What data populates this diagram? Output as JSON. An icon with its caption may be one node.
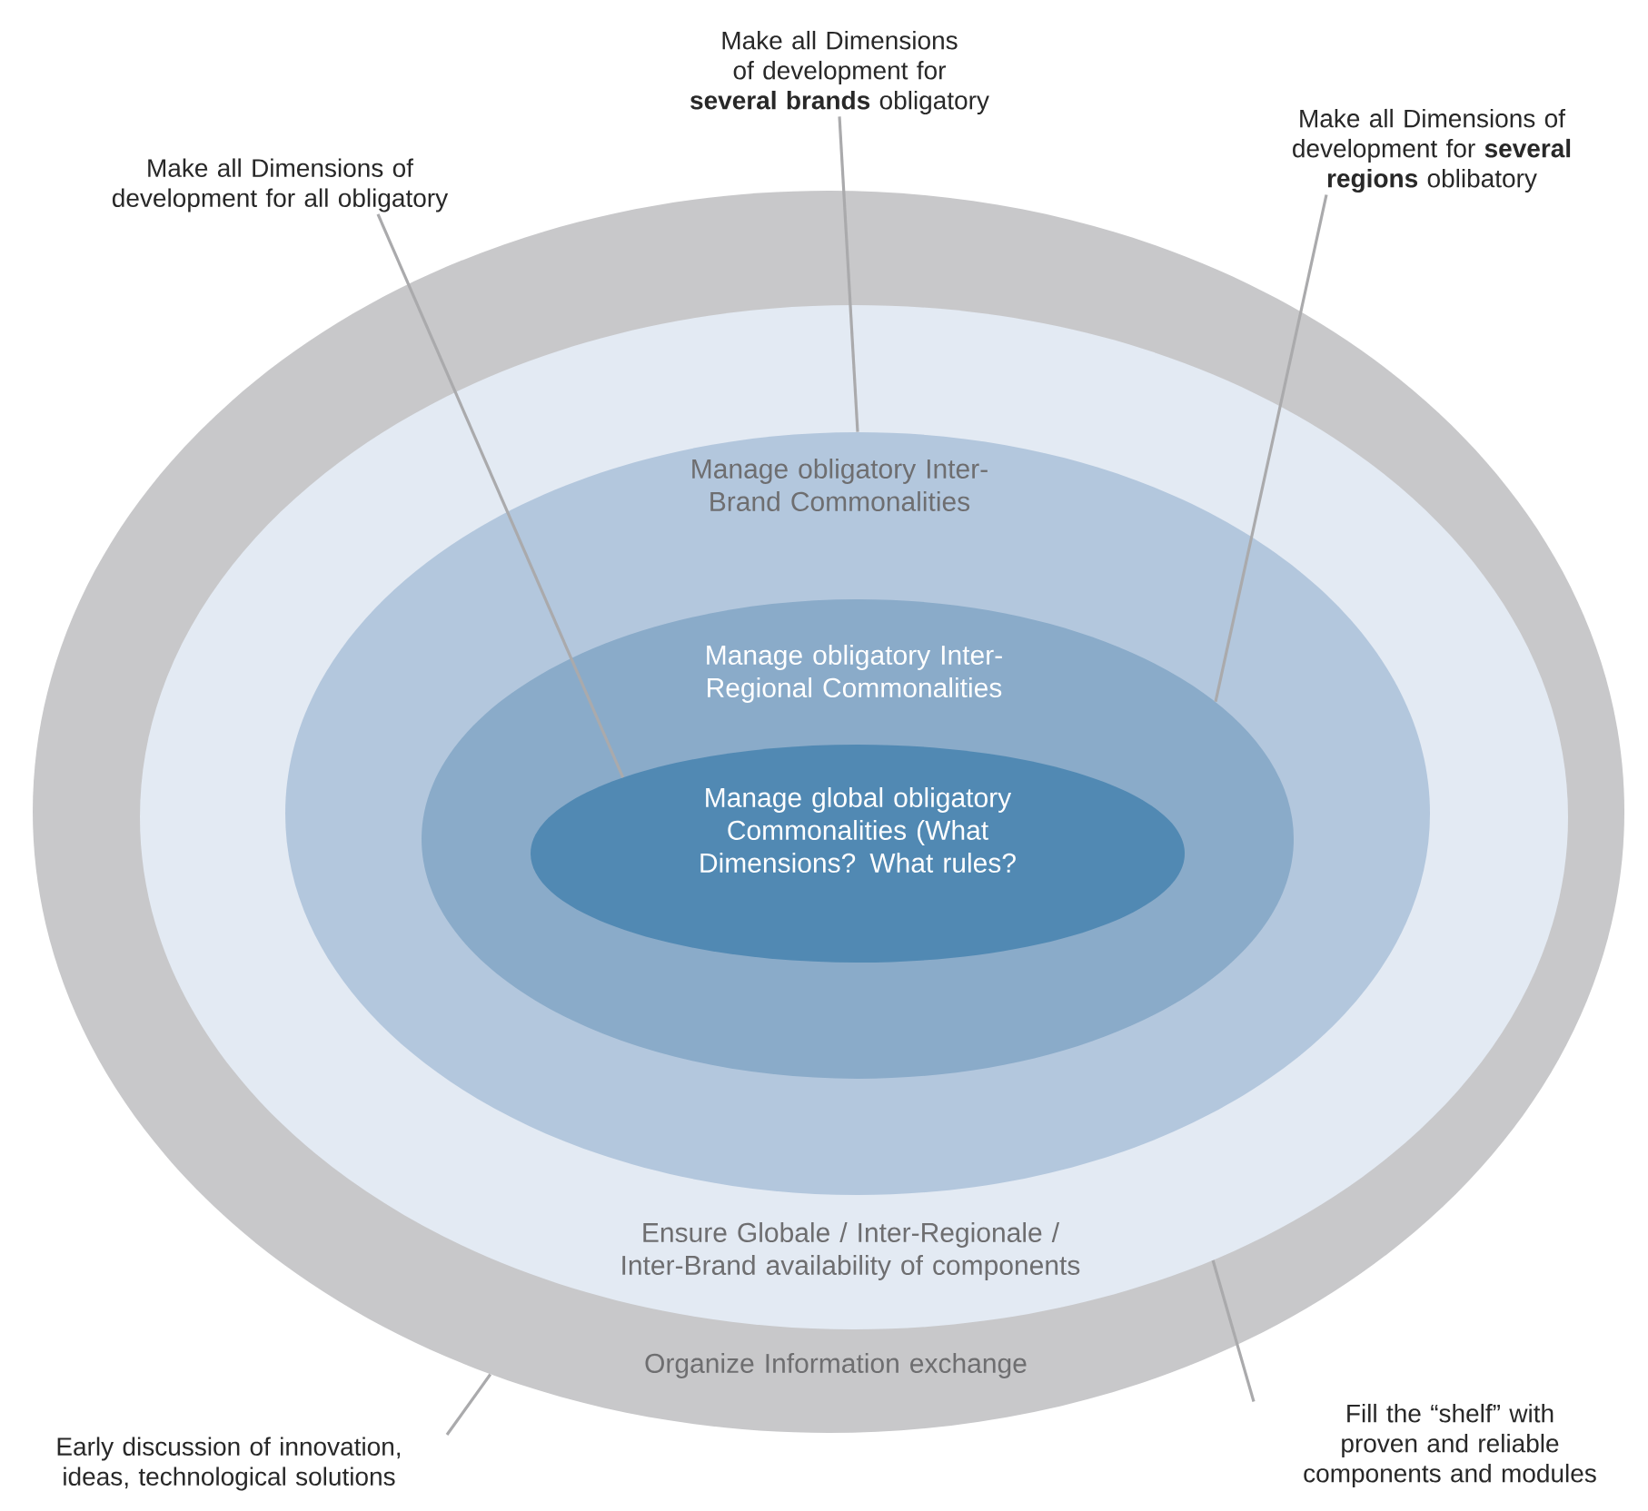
{
  "diagram": {
    "nodes": [
      {
        "text": [
          "Organize Information exchange"
        ]
      },
      {
        "text": [
          "Ensure Globale / Inter-Regionale / Inter-Brand availability of components"
        ],
        "in": 0
      },
      {
        "text": [
          "Manage obligatory Inter-Brand Commonalities"
        ],
        "in": 1
      },
      {
        "text": [
          "Manage obligatory Inter-Regional Commonalities"
        ],
        "in": 2
      },
      {
        "text": [
          "Manage global obligatory Commonalities (What Dimensions? What rules?"
        ],
        "in": 3
      },
      {
        "text": [
          "Make all Dimensions of development for all obligatory"
        ]
      },
      {
        "text": [
          "Make all Dimensions of development for **several brands** obligatory"
        ]
      },
      {
        "text": [
          "Make all Dimensions of development for **several regions** oblibatory"
        ]
      },
      {
        "text": [
          "Early discussion of innovation, ideas, technological solutions"
        ]
      },
      {
        "text": [
          "Fill the “shelf” with proven and reliable components and modules"
        ]
      }
    ],
    "edges": [
      {
        "from": 5,
        "to": 4,
        "arrow": "none"
      },
      {
        "from": 6,
        "to": 2,
        "arrow": "none"
      },
      {
        "from": 7,
        "to": 3,
        "arrow": "none"
      },
      {
        "from": 8,
        "to": 0,
        "arrow": "none"
      },
      {
        "from": 9,
        "to": 1,
        "arrow": "none"
      }
    ]
  }
}
